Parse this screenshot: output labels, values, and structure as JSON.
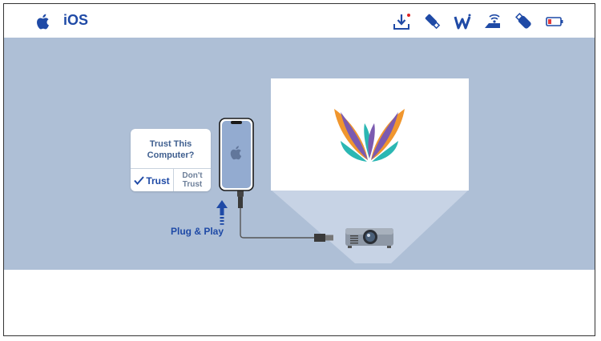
{
  "header": {
    "title": "iOS",
    "icons": [
      "apple-icon",
      "download-icon",
      "usb-stick-icon",
      "wifi-w-icon",
      "wireless-router-icon",
      "usb-drive-icon",
      "battery-icon"
    ]
  },
  "trust_dialog": {
    "title": "Trust This\nComputer?",
    "trust_label": "Trust",
    "dont_trust_label": "Don't\nTrust"
  },
  "caption": "Plug & Play",
  "colors": {
    "accent": "#1f4aa6",
    "stage": "#aebfd6",
    "logo_purple": "#7b5ab0",
    "logo_orange": "#f0962e",
    "logo_teal": "#2bb7b3"
  }
}
